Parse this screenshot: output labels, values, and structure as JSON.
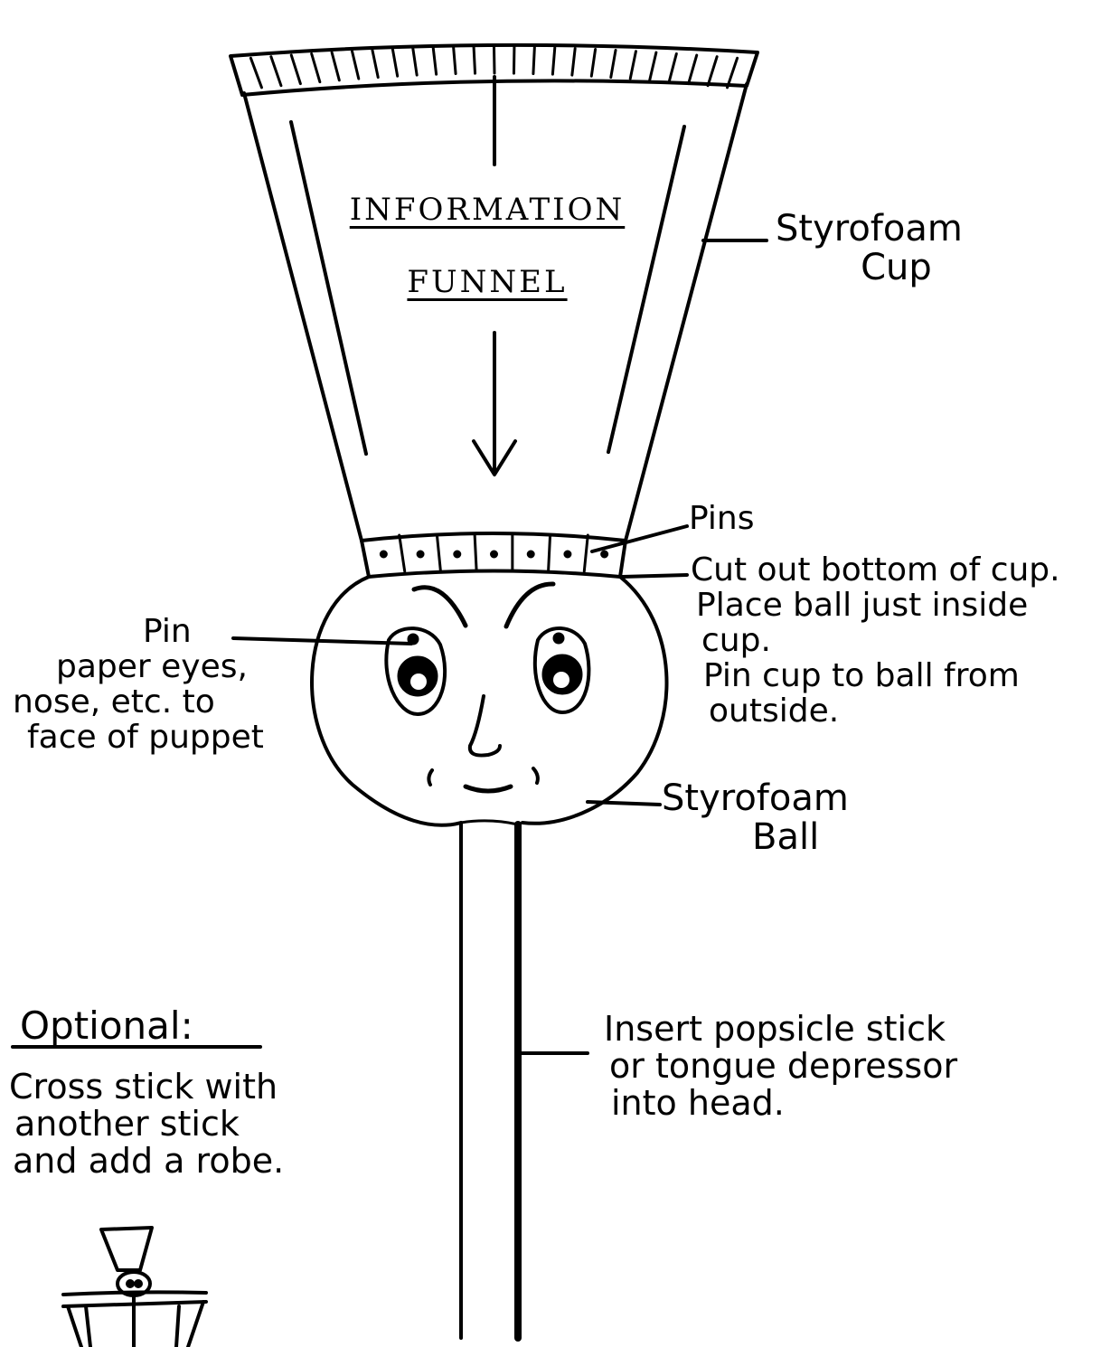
{
  "funnel_title": {
    "line1": "INFORMATION",
    "line2": "FUNNEL"
  },
  "labels": {
    "styrofoam_cup": [
      "Styrofoam",
      "Cup"
    ],
    "pins": "Pins",
    "cut_out": [
      "Cut out bottom of cup.",
      "Place ball just inside",
      "cup.",
      "Pin cup to ball from",
      "outside."
    ],
    "pin_paper": [
      "Pin",
      "paper eyes,",
      "nose, etc. to",
      "face of puppet"
    ],
    "styrofoam_ball": [
      "Styrofoam",
      "Ball"
    ],
    "insert_stick": [
      "Insert popsicle stick",
      "or tongue depressor",
      "into head."
    ],
    "optional_heading": "Optional:",
    "optional_text": [
      "Cross stick with",
      "another stick",
      "and add a robe."
    ]
  },
  "colors": {
    "ink": "#000000",
    "paper": "#ffffff"
  }
}
